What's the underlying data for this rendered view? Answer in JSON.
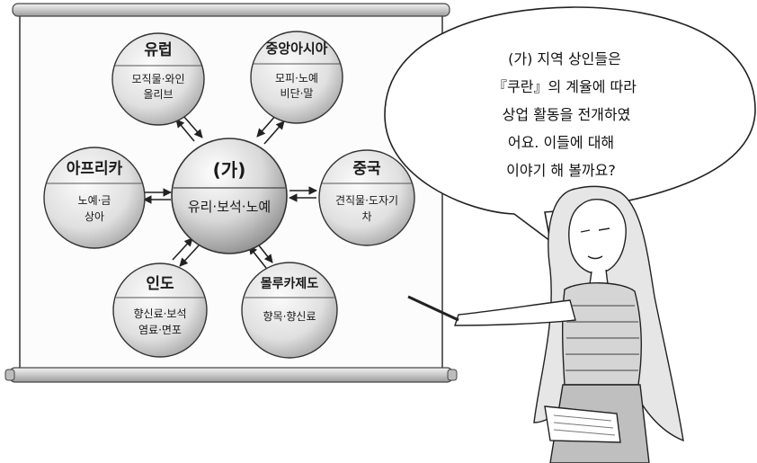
{
  "center": {
    "title": "(가)",
    "desc": "유리·보석·노예"
  },
  "nodes": {
    "europe": {
      "title": "유럽",
      "line1": "모직물·와인",
      "line2": "올리브"
    },
    "central_asia": {
      "title": "중앙아시아",
      "line1": "모피·노예",
      "line2": "비단·말"
    },
    "africa": {
      "title": "아프리카",
      "line1": "노예·금",
      "line2": "상아"
    },
    "china": {
      "title": "중국",
      "line1": "견직물·도자기",
      "line2": "차"
    },
    "india": {
      "title": "인도",
      "line1": "향신료·보석",
      "line2": "염료·면포"
    },
    "moluccas": {
      "title": "몰루카제도",
      "line1": "향목·향신료",
      "line2": ""
    }
  },
  "speech": {
    "lines": [
      "(가) 지역 상인들은",
      "『쿠란』의 계율에 따라",
      "상업 활동을 전개하였",
      "어요. 이들에 대해",
      "이야기 해 볼까요?"
    ]
  },
  "colors": {
    "board": "#fbfbfb",
    "roll": "#d9d9d9",
    "node_top": "#f7f7f7",
    "node_bottom": "#b5b5b5",
    "line": "#2a2a2a"
  }
}
